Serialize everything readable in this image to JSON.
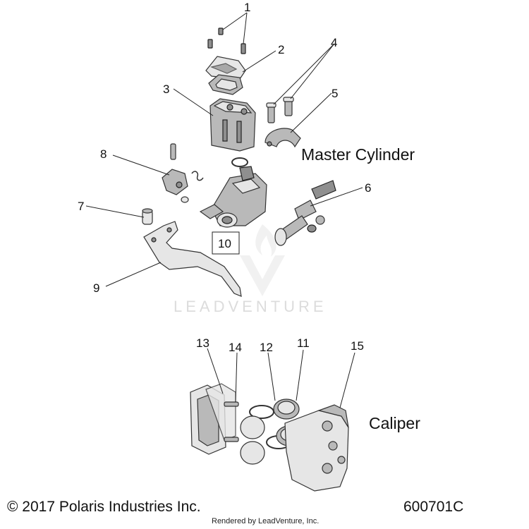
{
  "sections": {
    "master_cylinder": "Master Cylinder",
    "caliper": "Caliper"
  },
  "callouts": [
    "1",
    "2",
    "3",
    "4",
    "5",
    "6",
    "7",
    "8",
    "9",
    "10",
    "11",
    "12",
    "13",
    "14",
    "15"
  ],
  "watermark": "LEADVENTURE",
  "footer": {
    "copyright": "© 2017 Polaris Industries Inc.",
    "part_number": "600701C",
    "rendered_by": "Rendered by LeadVenture, Inc."
  }
}
